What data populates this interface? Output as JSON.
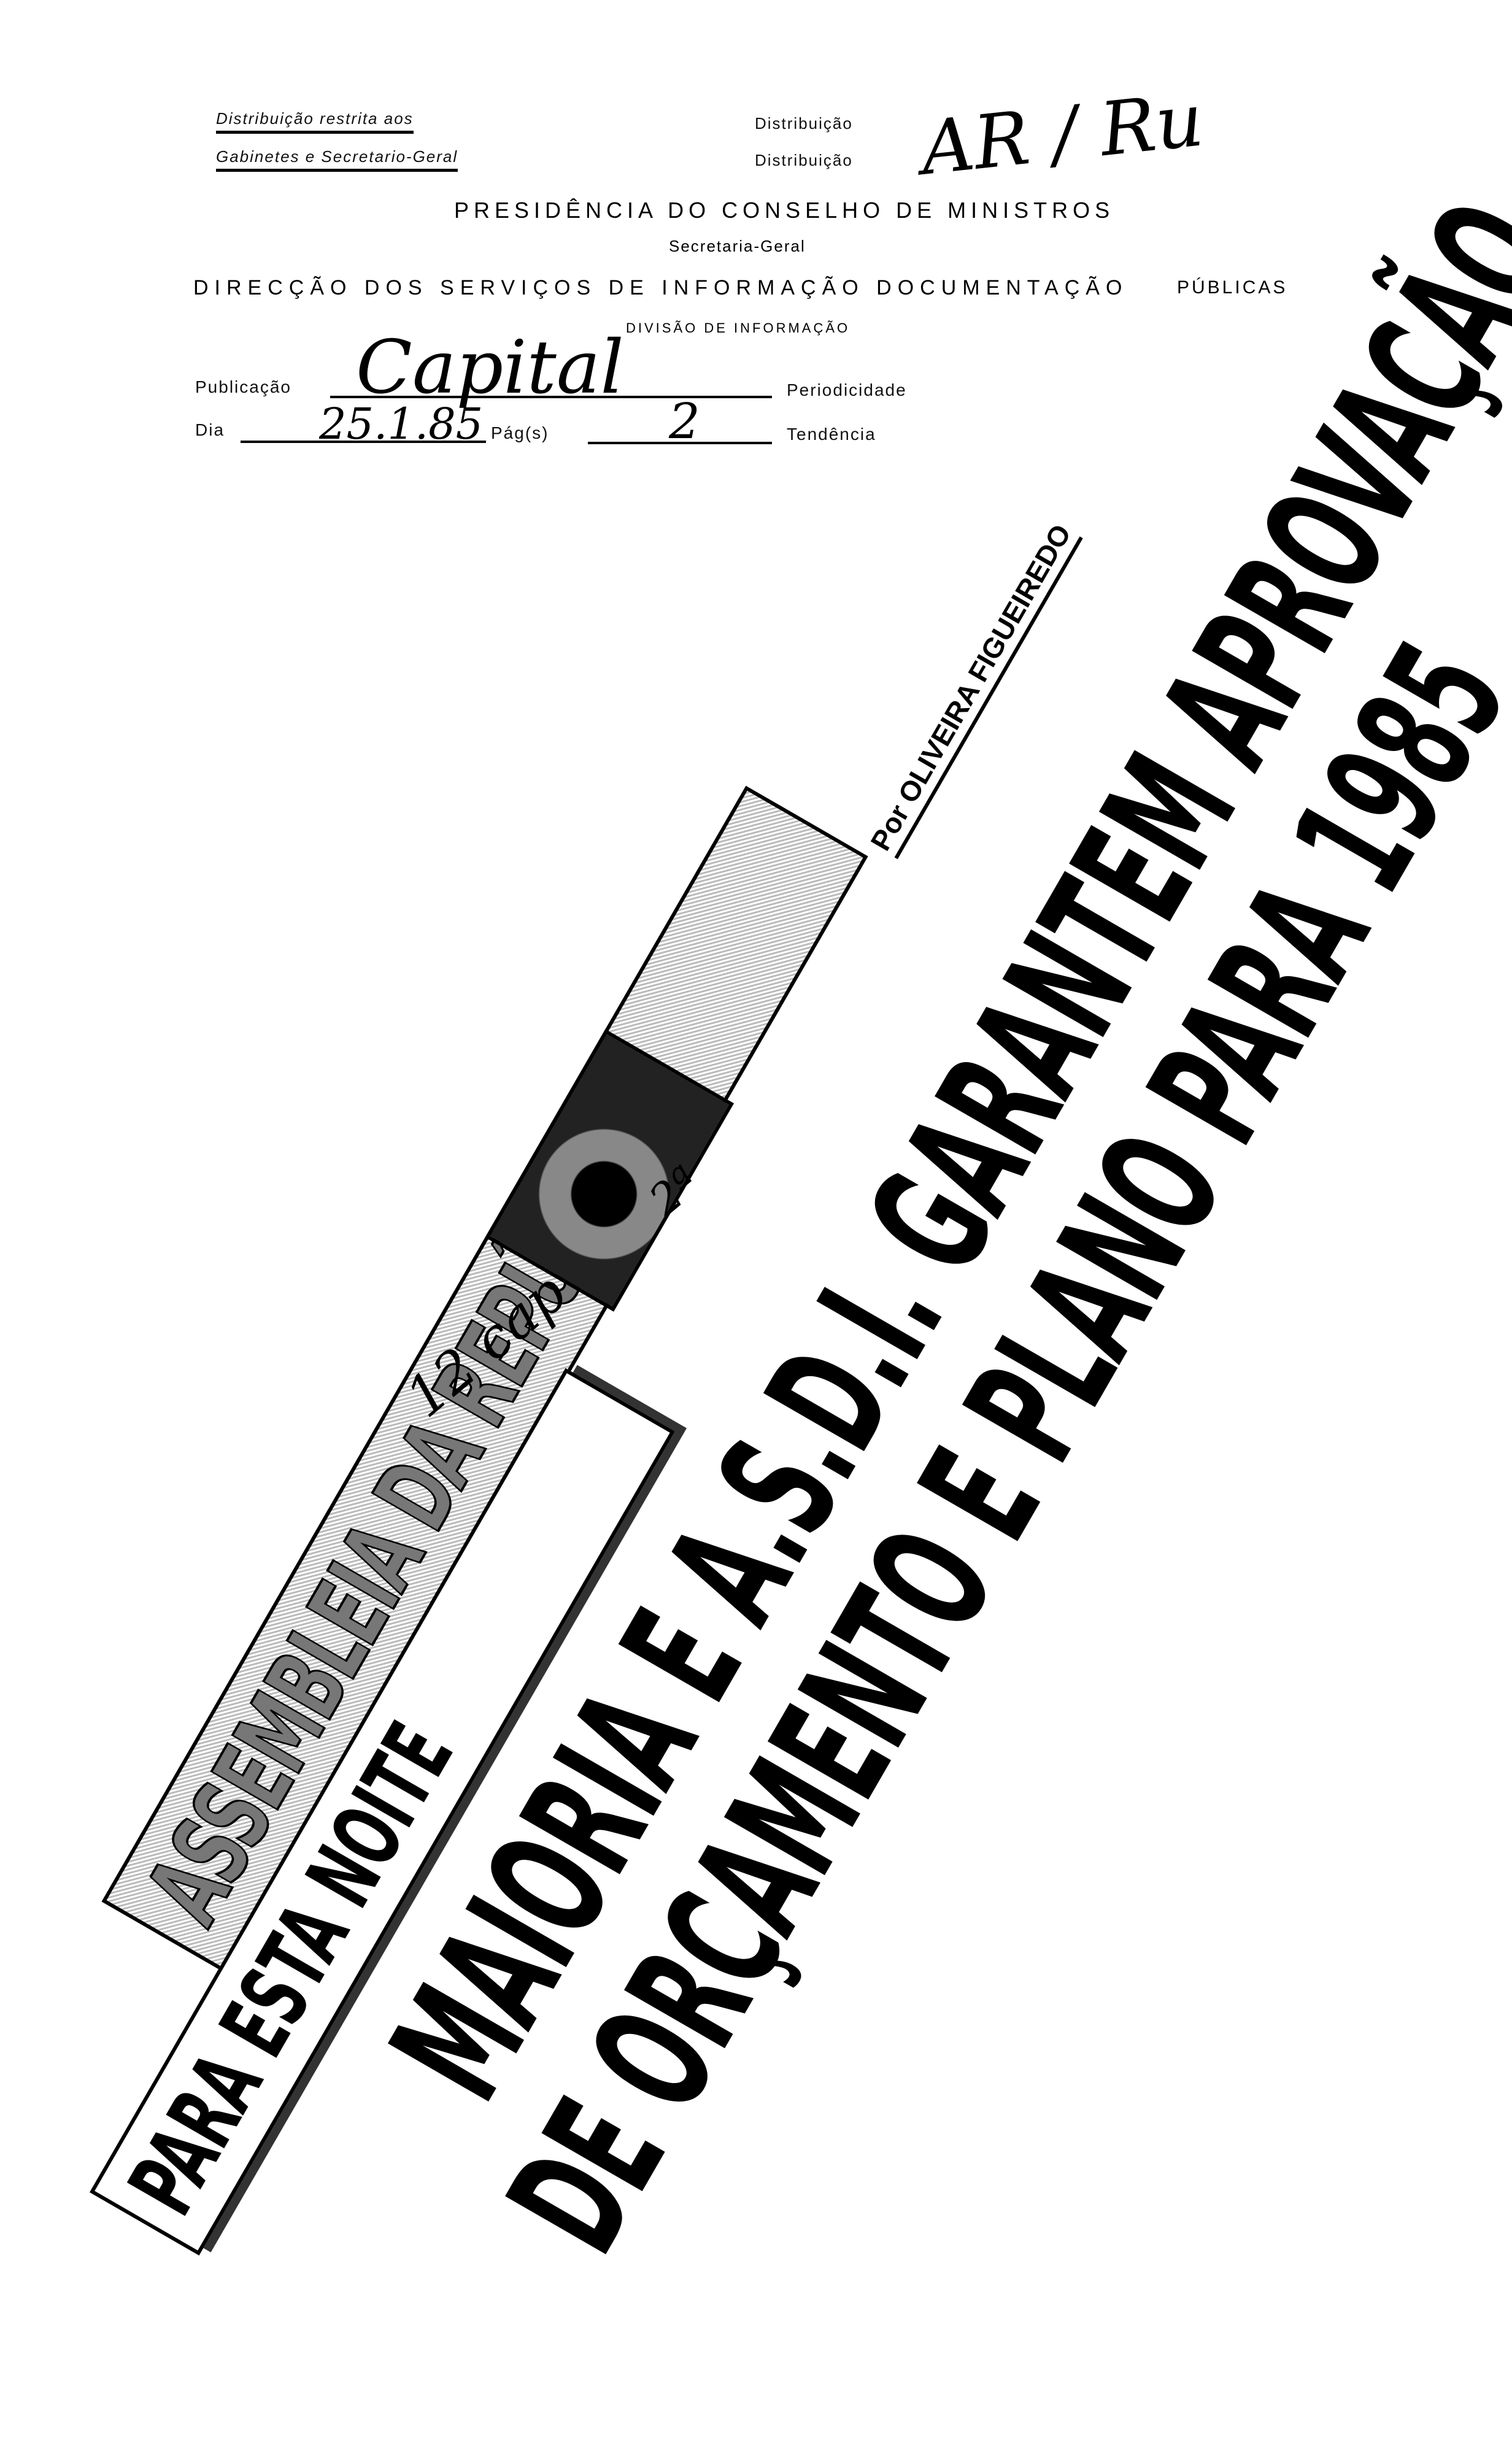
{
  "distribution": {
    "restricted_line1": "Distribuição restrita aos",
    "restricted_line2": "Gabinetes e Secretario-Geral",
    "right_line1": "Distribuição",
    "right_line2": "Distribuição"
  },
  "signature": "AR / Ru",
  "header": {
    "presidency": "PRESIDÊNCIA DO CONSELHO DE MINISTROS",
    "secretariat": "Secretaria-Geral",
    "directorate": "DIRECÇÃO DOS SERVIÇOS DE INFORMAÇÃO DOCUMENTAÇÃO",
    "directorate_tail": "PÚBLICAS",
    "division": "DIVISÃO DE INFORMAÇÃO"
  },
  "form": {
    "publication_label": "Publicação",
    "publication_value": "Capital",
    "periodicity_label": "Periodicidade",
    "day_label": "Dia",
    "day_value": "25.1.85",
    "pages_label": "Pág(s)",
    "pages_value": "2",
    "tendency_label": "Tendência"
  },
  "clipping": {
    "section_banner": "ASSEMBLEIA DA REPÚBLICA",
    "byline": "Por OLIVEIRA FIGUEIREDO",
    "kicker": "PARA ESTA NOITE",
    "headline_line1": "MAIORIA E A.S.D.I. GARANTEM APROVAÇÃO",
    "headline_line2": "DE ORÇAMENTO E PLANO PARA 1985"
  },
  "annotations": {
    "margin_scribble": "12 cap",
    "note": "2ª"
  }
}
